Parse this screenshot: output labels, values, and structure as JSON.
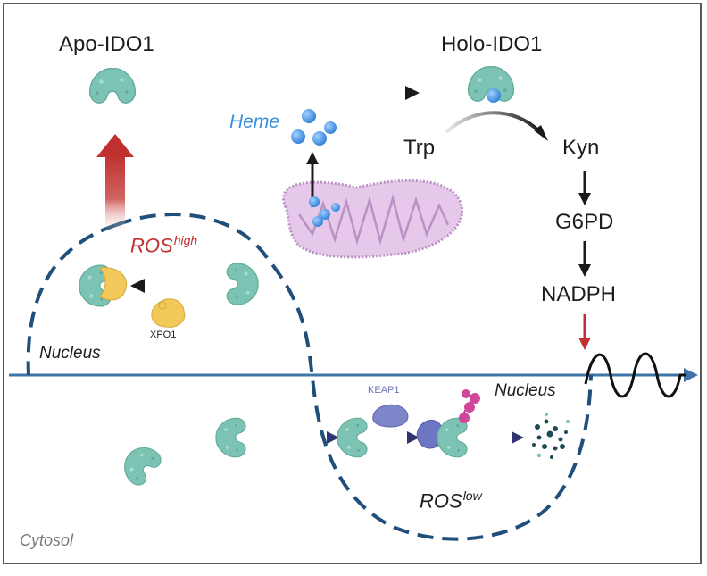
{
  "labels": {
    "apo_ido1": "Apo-IDO1",
    "holo_ido1": "Holo-IDO1",
    "heme": "Heme",
    "trp": "Trp",
    "kyn": "Kyn",
    "g6pd": "G6PD",
    "nadph": "NADPH",
    "ros_high_base": "ROS",
    "ros_high_sup": "high",
    "xpo1": "XPO1",
    "nucleus_upper": "Nucleus",
    "nucleus_lower": "Nucleus",
    "keap1": "KEAP1",
    "ros_low_base": "ROS",
    "ros_low_sup": "low",
    "cytosol": "Cytosol"
  },
  "colors": {
    "protein_teal": "#7cc3b4",
    "xpo1_yellow": "#f2c85a",
    "keap1_purple": "#7d86c9",
    "heme_blue": "#4a97e0",
    "mito_purple": "#d9b3de",
    "ros_high_red": "#c0302e",
    "nucleus_dash_blue": "#1f4f7a",
    "membrane_blue": "#3f74a8",
    "ub_pink": "#d0479a",
    "arrow_black": "#1a1a1a",
    "heme_label_blue": "#3a8fdc",
    "keap1_label": "#6b73b8"
  },
  "icons": [
    "apo-ido1-protein",
    "holo-ido1-protein",
    "heme-molecule",
    "mitochondrion",
    "xpo1-protein",
    "keap1-protein",
    "ubiquitin-chain",
    "degraded-fragments",
    "membrane-wave"
  ]
}
